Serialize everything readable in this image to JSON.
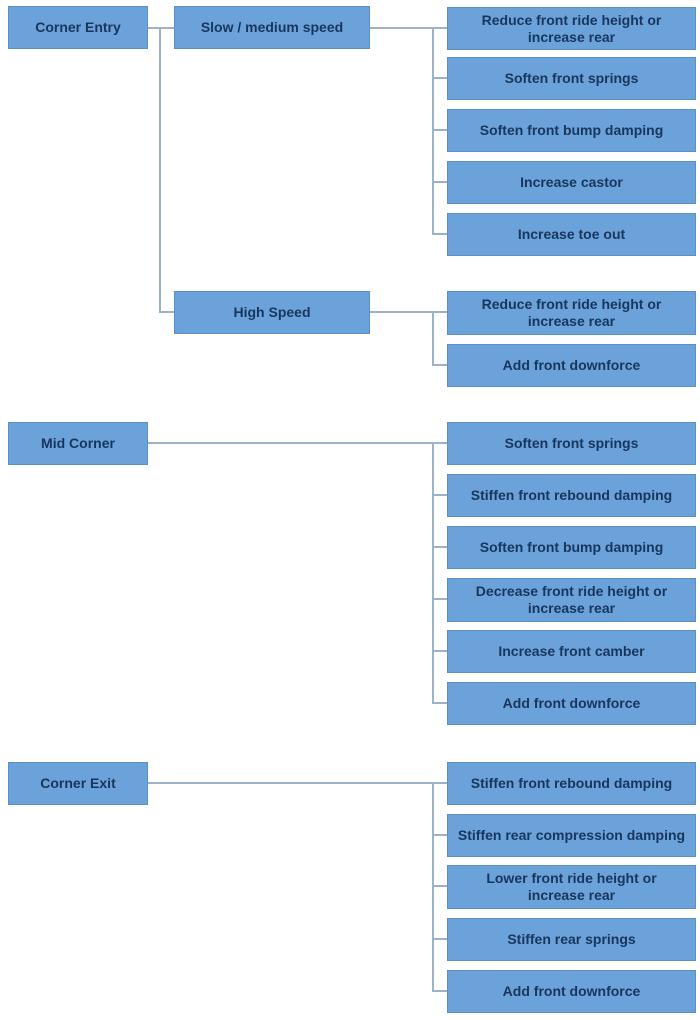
{
  "colors": {
    "box_fill": "#6ca2da",
    "box_border": "#5a8fc8",
    "box_text": "#17365d",
    "connector": "#9cb2c6",
    "background": "#ffffff"
  },
  "diagram": {
    "corner_entry": {
      "label": "Corner Entry",
      "slow_medium": {
        "label": "Slow / medium speed",
        "items": [
          "Reduce front ride height or\nincrease rear",
          "Soften front springs",
          "Soften front bump damping",
          "Increase castor",
          "Increase toe out"
        ]
      },
      "high_speed": {
        "label": "High Speed",
        "items": [
          "Reduce front ride height or\nincrease rear",
          "Add front downforce"
        ]
      }
    },
    "mid_corner": {
      "label": "Mid Corner",
      "items": [
        "Soften front springs",
        "Stiffen front rebound damping",
        "Soften front bump damping",
        "Decrease front ride height or\nincrease rear",
        "Increase front camber",
        "Add front downforce"
      ]
    },
    "corner_exit": {
      "label": "Corner Exit",
      "items": [
        "Stiffen front rebound damping",
        "Stiffen rear compression damping",
        "Lower front ride height or\nincrease rear",
        "Stiffen rear springs",
        "Add front downforce"
      ]
    }
  }
}
